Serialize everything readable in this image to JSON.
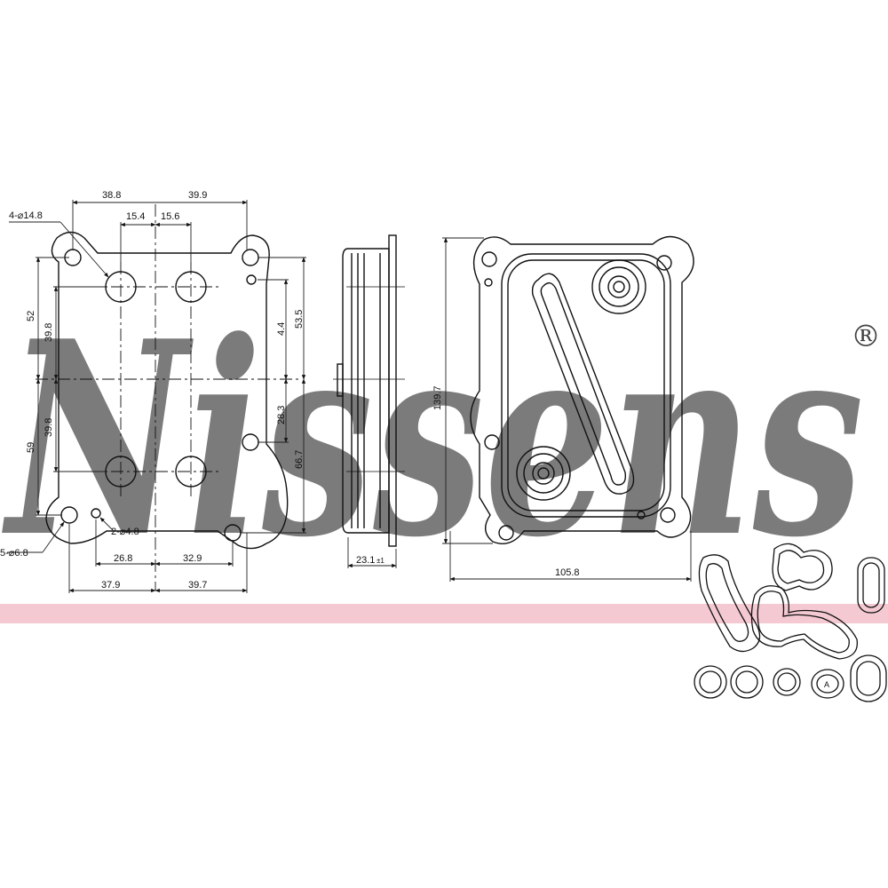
{
  "watermark": {
    "text": "Nissens",
    "registered": "®",
    "color": "#9fb3c8",
    "band_color": "#f4c9d2"
  },
  "colors": {
    "line": "#111111",
    "dim": "#222222"
  },
  "front_view": {
    "dims": {
      "top_left_span": "38.8",
      "top_right_span": "39.9",
      "inner_left": "15.4",
      "inner_right": "15.6",
      "hole_callout": "4-⌀14.8",
      "left_outer_upper": "52",
      "left_inner_upper": "39.8",
      "left_inner_lower": "39.8",
      "left_outer_lower": "59",
      "right_small": "4.4",
      "right_top": "53.5",
      "right_mid": "28.3",
      "right_lower": "66.7",
      "small_hole_callout": "2-⌀4.8",
      "mount_hole_callout": "5-⌀6.8",
      "bottom_inner_left": "26.8",
      "bottom_inner_right": "32.9",
      "bottom_outer_left": "37.9",
      "bottom_outer_right": "39.7"
    }
  },
  "side_view": {
    "dims": {
      "thickness": "23.1",
      "extra": "±1"
    }
  },
  "back_view": {
    "dims": {
      "height": "139.7",
      "width": "105.8"
    }
  },
  "gaskets": {
    "label": "A"
  }
}
